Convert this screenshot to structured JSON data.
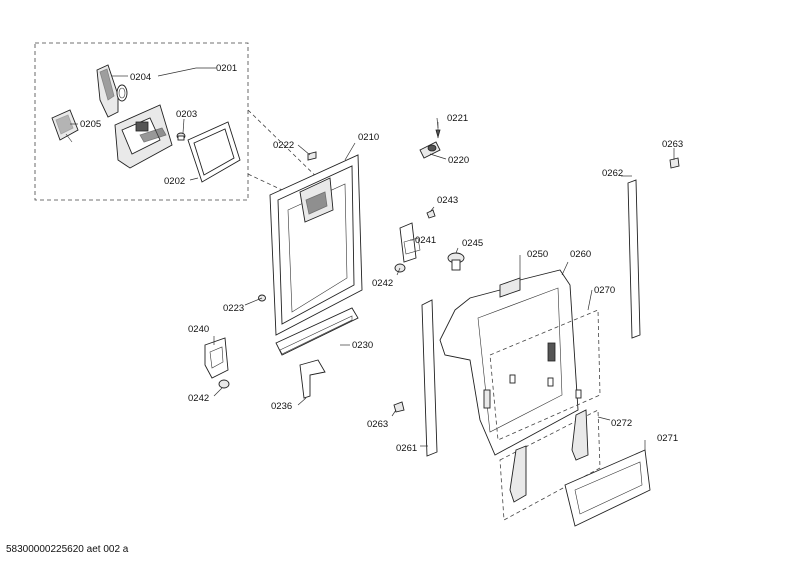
{
  "diagram": {
    "labels": {
      "l0201": "0201",
      "l0202": "0202",
      "l0203": "0203",
      "l0204": "0204",
      "l0205": "0205",
      "l0210": "0210",
      "l0220": "0220",
      "l0221": "0221",
      "l0222": "0222",
      "l0223": "0223",
      "l0230": "0230",
      "l0236": "0236",
      "l0240": "0240",
      "l0241": "0241",
      "l0242a": "0242",
      "l0242b": "0242",
      "l0243": "0243",
      "l0245": "0245",
      "l0250": "0250",
      "l0260": "0260",
      "l0261": "0261",
      "l0262": "0262",
      "l0263a": "0263",
      "l0263b": "0263",
      "l0270": "0270",
      "l0271": "0271",
      "l0272": "0272"
    },
    "footer": "58300000225620 aet 002 a"
  }
}
